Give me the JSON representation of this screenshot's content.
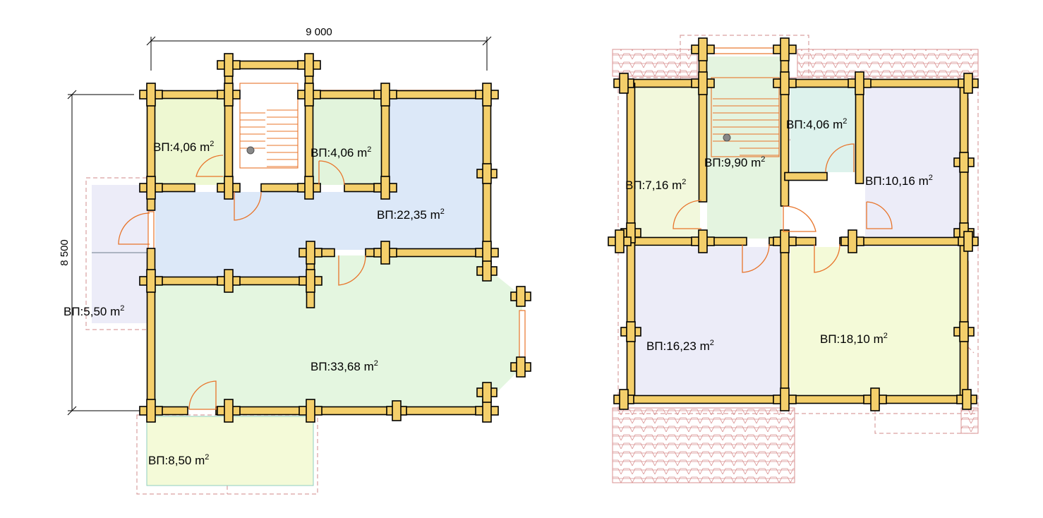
{
  "dimensions": {
    "width_label": "9 000",
    "height_label": "8 500"
  },
  "floor1": {
    "rooms": [
      {
        "id": "bath-left",
        "label": "ВП:4,06",
        "unit": "m",
        "sup": "2",
        "color": "#eef8d2"
      },
      {
        "id": "bath-mid",
        "label": "ВП:4,06",
        "unit": "m",
        "sup": "2",
        "color": "#e2f4dc"
      },
      {
        "id": "hall",
        "label": "ВП:22,35",
        "unit": "m",
        "sup": "2",
        "color": "#dce8f8"
      },
      {
        "id": "living",
        "label": "ВП:33,68",
        "unit": "m",
        "sup": "2",
        "color": "#e4f6e0"
      },
      {
        "id": "porch-side",
        "label": "ВП:5,50",
        "unit": "m",
        "sup": "2",
        "color": "#ececf8"
      },
      {
        "id": "terrace",
        "label": "ВП:8,50",
        "unit": "m",
        "sup": "2",
        "color": "#f4fad8"
      }
    ]
  },
  "floor2": {
    "rooms": [
      {
        "id": "room-left",
        "label": "ВП:7,16",
        "unit": "m",
        "sup": "2",
        "color": "#f2f8dc"
      },
      {
        "id": "stair-hall",
        "label": "ВП:9,90",
        "unit": "m",
        "sup": "2",
        "color": "#e4f4e0"
      },
      {
        "id": "bath",
        "label": "ВП:4,06",
        "unit": "m",
        "sup": "2",
        "color": "#ddf2ec"
      },
      {
        "id": "room-right",
        "label": "ВП:10,16",
        "unit": "m",
        "sup": "2",
        "color": "#ececf8"
      },
      {
        "id": "bedroom-left",
        "label": "ВП:16,23",
        "unit": "m",
        "sup": "2",
        "color": "#ececf8"
      },
      {
        "id": "bedroom-right",
        "label": "ВП:18,10",
        "unit": "m",
        "sup": "2",
        "color": "#f4fad8"
      }
    ]
  }
}
